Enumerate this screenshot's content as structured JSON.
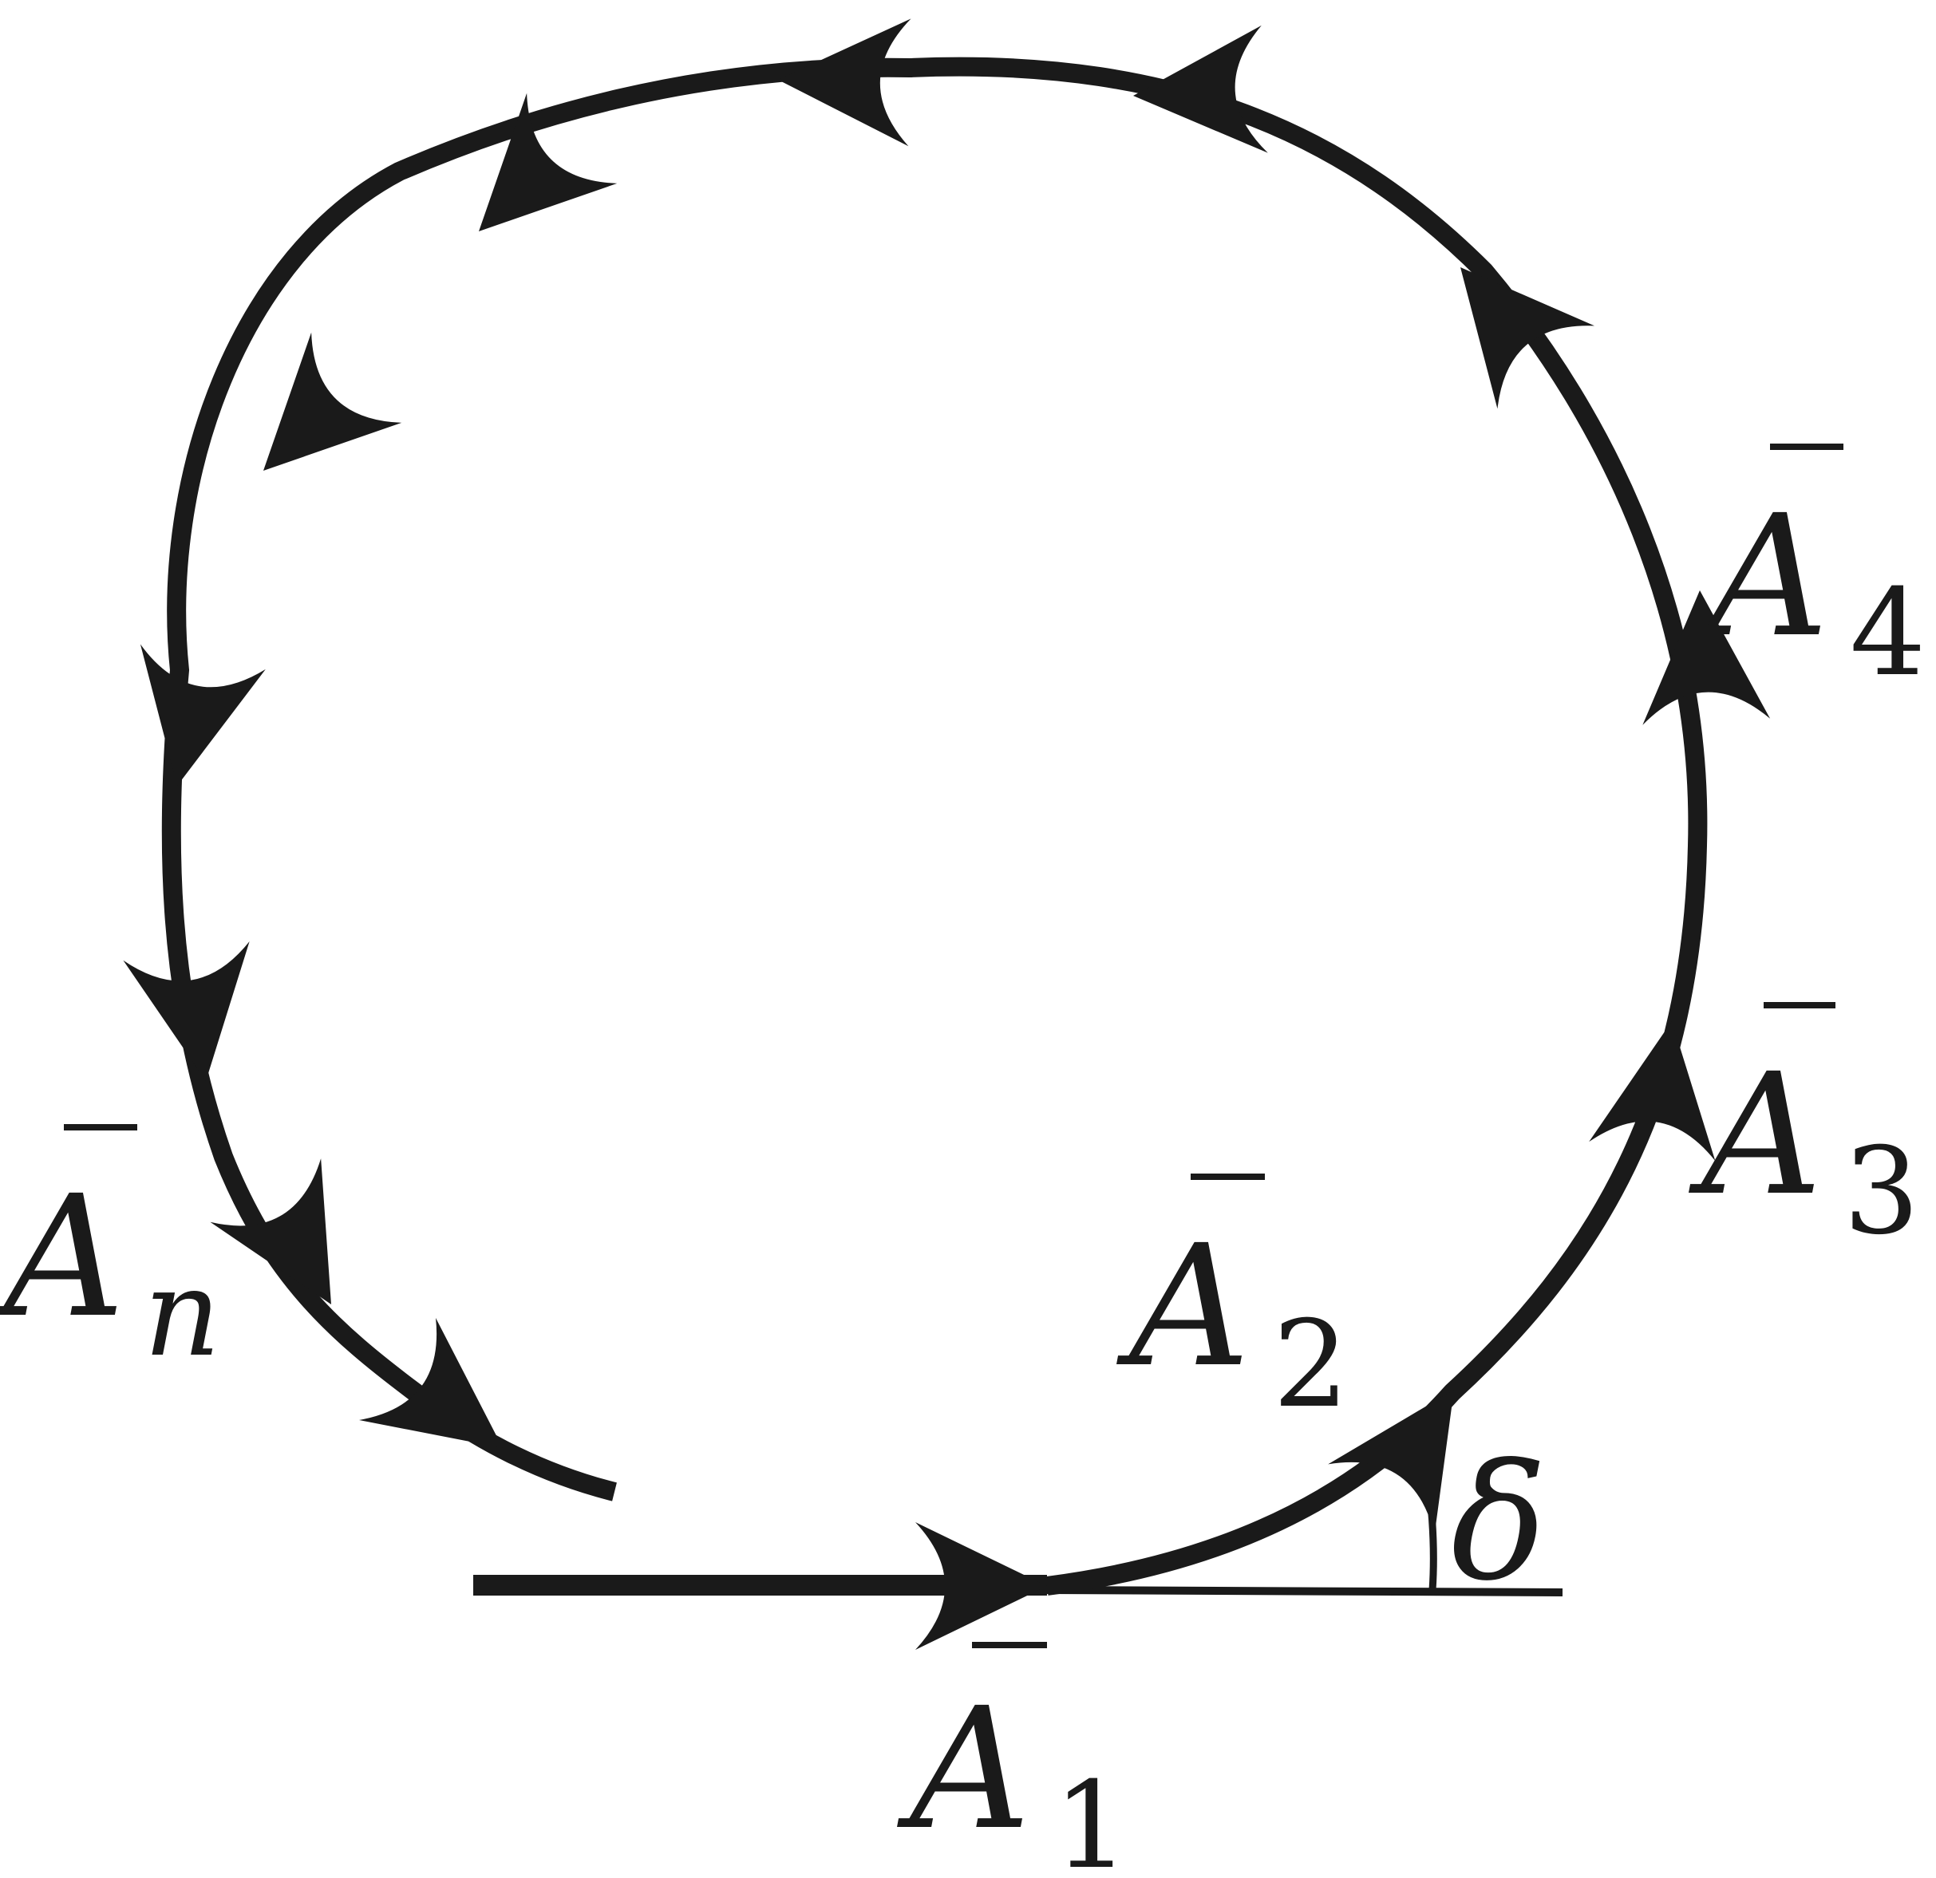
{
  "diagram": {
    "colors": {
      "ink": "#1a1a1a",
      "background": "#ffffff"
    },
    "vectors": [
      {
        "id": "A1",
        "letter": "A",
        "subscript": "1"
      },
      {
        "id": "A2",
        "letter": "A",
        "subscript": "2"
      },
      {
        "id": "A3",
        "letter": "A",
        "subscript": "3"
      },
      {
        "id": "A4",
        "letter": "A",
        "subscript": "4"
      },
      {
        "id": "An",
        "letter": "A",
        "subscript": "n"
      }
    ],
    "angle_label": "δ"
  }
}
